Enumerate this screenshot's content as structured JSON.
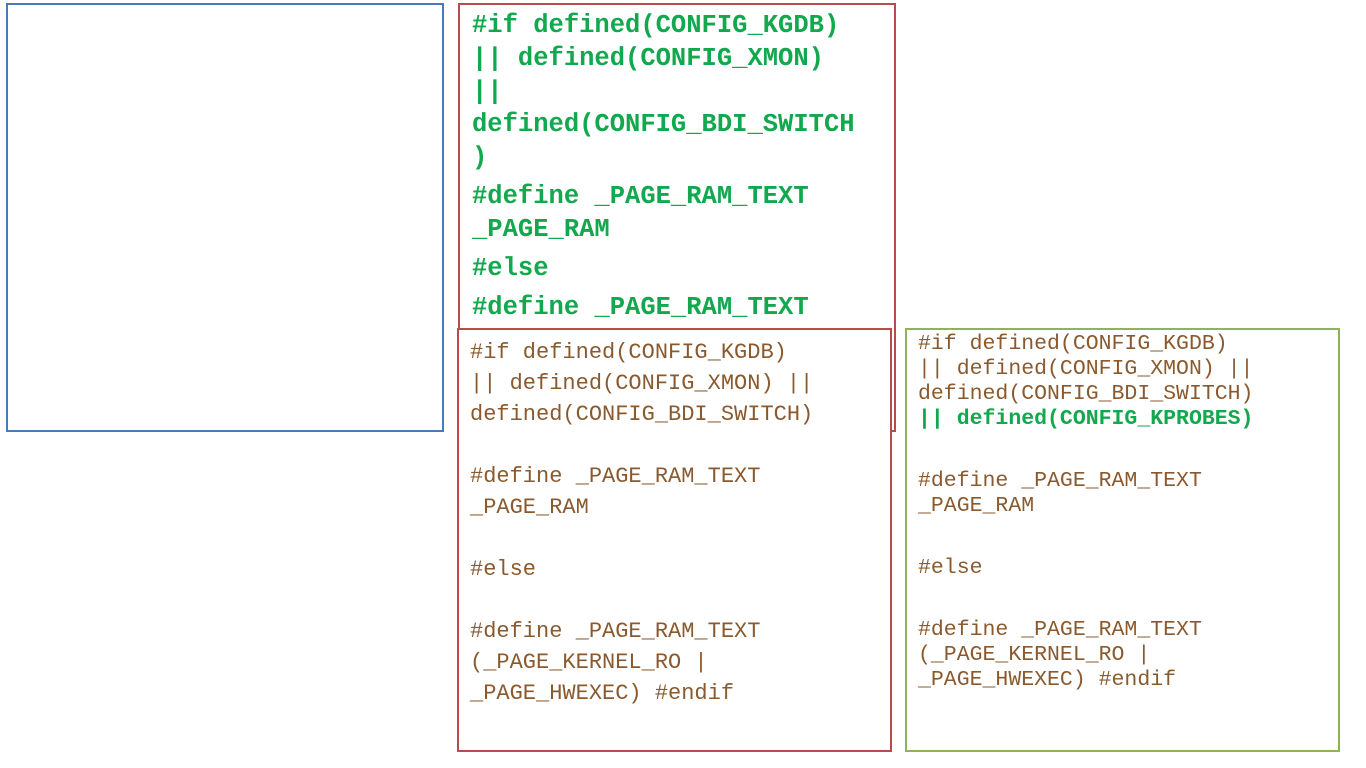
{
  "panels": {
    "top_right": {
      "lines": [
        "#if defined(CONFIG_KGDB)",
        "|| defined(CONFIG_XMON)",
        "||",
        "defined(CONFIG_BDI_SWITCH",
        ")",
        "#define _PAGE_RAM_TEXT",
        "_PAGE_RAM",
        "#else",
        "#define _PAGE_RAM_TEXT"
      ]
    },
    "original": {
      "lines": [
        "#if defined(CONFIG_KGDB)",
        "|| defined(CONFIG_XMON) ||",
        "defined(CONFIG_BDI_SWITCH)",
        "#define _PAGE_RAM_TEXT",
        "_PAGE_RAM",
        "#else",
        "#define _PAGE_RAM_TEXT",
        "(_PAGE_KERNEL_RO |",
        "_PAGE_HWEXEC) #endif"
      ]
    },
    "modified": {
      "lines": [
        "#if defined(CONFIG_KGDB)",
        "|| defined(CONFIG_XMON) ||",
        "defined(CONFIG_BDI_SWITCH)",
        "|| defined(CONFIG_KPROBES)",
        "#define _PAGE_RAM_TEXT",
        "_PAGE_RAM",
        "#else",
        "#define _PAGE_RAM_TEXT",
        "(_PAGE_KERNEL_RO |",
        "_PAGE_HWEXEC) #endif"
      ]
    }
  },
  "colors": {
    "blue_border": "#4a7ab5",
    "red_border": "#b84c4c",
    "green_border": "#8fb356",
    "green_text": "#12a84e",
    "brown_text": "#8a5a2e"
  }
}
